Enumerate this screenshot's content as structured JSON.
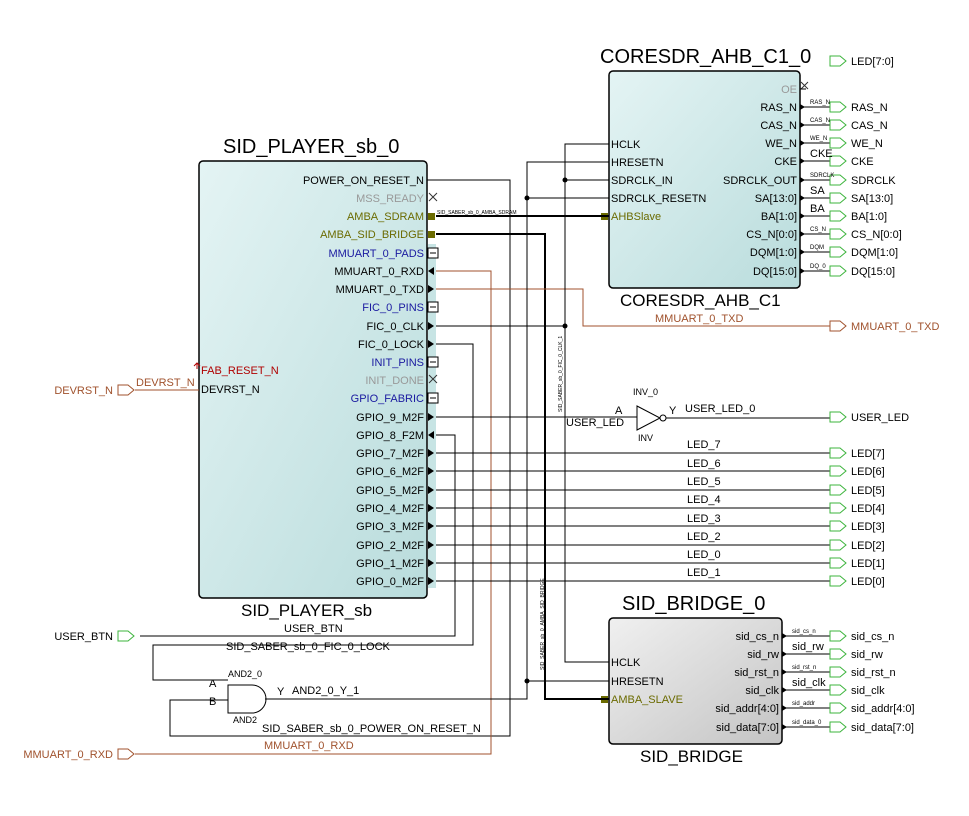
{
  "blocks": {
    "sb": {
      "title": "SID_PLAYER_sb_0",
      "type_name": "SID_PLAYER_sb",
      "ports_right": [
        {
          "label": "POWER_ON_RESET_N",
          "color": "#000000"
        },
        {
          "label": "MSS_READY",
          "color": "#999999"
        },
        {
          "label": "AMBA_SDRAM",
          "color": "#6b6b00"
        },
        {
          "label": "AMBA_SID_BRIDGE",
          "color": "#6b6b00"
        },
        {
          "label": "MMUART_0_PADS",
          "color": "#1a1aa0"
        },
        {
          "label": "MMUART_0_RXD",
          "color": "#000000"
        },
        {
          "label": "MMUART_0_TXD",
          "color": "#000000"
        },
        {
          "label": "FIC_0_PINS",
          "color": "#1a1aa0"
        },
        {
          "label": "FIC_0_CLK",
          "color": "#000000"
        },
        {
          "label": "FIC_0_LOCK",
          "color": "#000000"
        },
        {
          "label": "INIT_PINS",
          "color": "#1a1aa0"
        },
        {
          "label": "INIT_DONE",
          "color": "#999999"
        },
        {
          "label": "GPIO_FABRIC",
          "color": "#1a1aa0"
        },
        {
          "label": "GPIO_9_M2F",
          "color": "#000000"
        },
        {
          "label": "GPIO_8_F2M",
          "color": "#000000"
        },
        {
          "label": "GPIO_7_M2F",
          "color": "#000000"
        },
        {
          "label": "GPIO_6_M2F",
          "color": "#000000"
        },
        {
          "label": "GPIO_5_M2F",
          "color": "#000000"
        },
        {
          "label": "GPIO_4_M2F",
          "color": "#000000"
        },
        {
          "label": "GPIO_3_M2F",
          "color": "#000000"
        },
        {
          "label": "GPIO_2_M2F",
          "color": "#000000"
        },
        {
          "label": "GPIO_1_M2F",
          "color": "#000000"
        },
        {
          "label": "GPIO_0_M2F",
          "color": "#000000"
        }
      ],
      "fab_reset": "FAB_RESET_N",
      "devrst": "DEVRST_N"
    },
    "sdr": {
      "title": "CORESDR_AHB_C1_0",
      "type_name": "CORESDR_AHB_C1",
      "ports_left": [
        "HCLK",
        "HRESETN",
        "SDRCLK_IN",
        "SDRCLK_RESETN",
        "AHBSlave"
      ],
      "ports_right": [
        "OE",
        "RAS_N",
        "CAS_N",
        "WE_N",
        "CKE",
        "SDRCLK_OUT",
        "SA[13:0]",
        "BA[1:0]",
        "CS_N[0:0]",
        "DQM[1:0]",
        "DQ[15:0]"
      ]
    },
    "bridge": {
      "title": "SID_BRIDGE_0",
      "type_name": "SID_BRIDGE",
      "ports_left": [
        "HCLK",
        "HRESETN",
        "AMBA_SLAVE"
      ],
      "ports_right": [
        "sid_cs_n",
        "sid_rw",
        "sid_rst_n",
        "sid_clk",
        "sid_addr[4:0]",
        "sid_data[7:0]"
      ]
    },
    "inv": {
      "inst": "INV_0",
      "type_name": "INV",
      "a": "A",
      "y": "Y"
    },
    "and": {
      "inst": "AND2_0",
      "type_name": "AND2",
      "a": "A",
      "b": "B",
      "y": "Y"
    }
  },
  "top_ports": {
    "outputs": [
      "LED[7:0]",
      "RAS_N",
      "CAS_N",
      "WE_N",
      "CKE",
      "SDRCLK",
      "SA[13:0]",
      "BA[1:0]",
      "CS_N[0:0]",
      "DQM[1:0]",
      "DQ[15:0]",
      "MMUART_0_TXD",
      "USER_LED",
      "LED[7]",
      "LED[6]",
      "LED[5]",
      "LED[4]",
      "LED[3]",
      "LED[2]",
      "LED[1]",
      "LED[0]",
      "sid_cs_n",
      "sid_rw",
      "sid_rst_n",
      "sid_clk",
      "sid_addr[4:0]",
      "sid_data[7:0]"
    ],
    "inputs": [
      "DEVRST_N",
      "USER_BTN",
      "MMUART_0_RXD"
    ]
  },
  "nets": {
    "sdr_small": [
      "RAS_N",
      "CAS_N",
      "WE_N",
      "CKE",
      "SDRCLK",
      "SA",
      "BA",
      "CS_N",
      "DQM",
      "DQ_0"
    ],
    "bridge_small": [
      "sid_cs_n",
      "sid_rw",
      "sid_rst_n",
      "sid_clk",
      "sid_addr",
      "sid_data_0"
    ],
    "led_nets": [
      "LED_7",
      "LED_6",
      "LED_5",
      "LED_4",
      "LED_3",
      "LED_2",
      "LED_0",
      "LED_1"
    ],
    "mmuart_txd": "MMUART_0_TXD",
    "mmuart_rxd": "MMUART_0_RXD",
    "devrst": "DEVRST_N",
    "user_led_in": "USER_LED",
    "user_led_out": "USER_LED_0",
    "user_btn": "USER_BTN",
    "fic_lock": "SID_SABER_sb_0_FIC_0_LOCK",
    "and_y": "AND2_0_Y_1",
    "por": "SID_SABER_sb_0_POWER_ON_RESET_N",
    "amba_sdram": "SID_SABER_sb_0_AMBA_SDRAM",
    "amba_bridge": "SID_SABER_sb_0_AMBA_SID_BRIDGE",
    "fic_clk": "SID_SABER_sb_0_FIC_0_CLK_1"
  },
  "colors": {
    "block_fill": "#d3ecec",
    "bridge_fill": "#dcdcdc",
    "port_out": "#3cb43c",
    "net_brown": "#a0522d",
    "port_blue": "#1a1aa0"
  }
}
